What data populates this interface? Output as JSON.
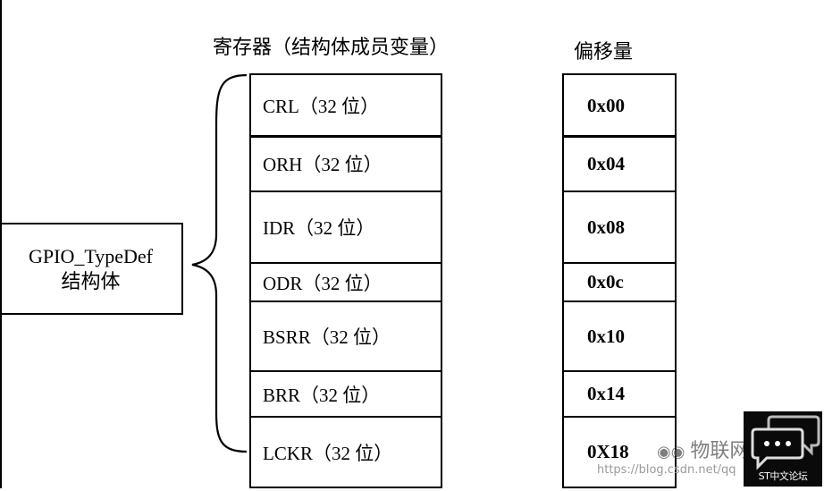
{
  "headings": {
    "registers": "寄存器（结构体成员变量）",
    "offset": "偏移量"
  },
  "struct": {
    "line1": "GPIO_TypeDef",
    "line2": "结构体"
  },
  "registers": [
    {
      "name": "CRL（32 位）",
      "offset": "0x00"
    },
    {
      "name": "ORH（32 位）",
      "offset": "0x04"
    },
    {
      "name": "IDR（32 位）",
      "offset": "0x08"
    },
    {
      "name": "ODR（32 位）",
      "offset": "0x0c"
    },
    {
      "name": "BSRR（32 位）",
      "offset": "0x10"
    },
    {
      "name": "BRR（32 位）",
      "offset": "0x14"
    },
    {
      "name": "LCKR（32 位）",
      "offset": "0X18"
    }
  ],
  "watermark": {
    "text": "物联网",
    "url": "https://blog.csdn.net/qq",
    "logo_text": "ST中文论坛",
    "icon": "wechat-icon"
  },
  "colors": {
    "stroke": "#000000",
    "background": "#ffffff",
    "logo_bg": "#0a0a0a"
  }
}
